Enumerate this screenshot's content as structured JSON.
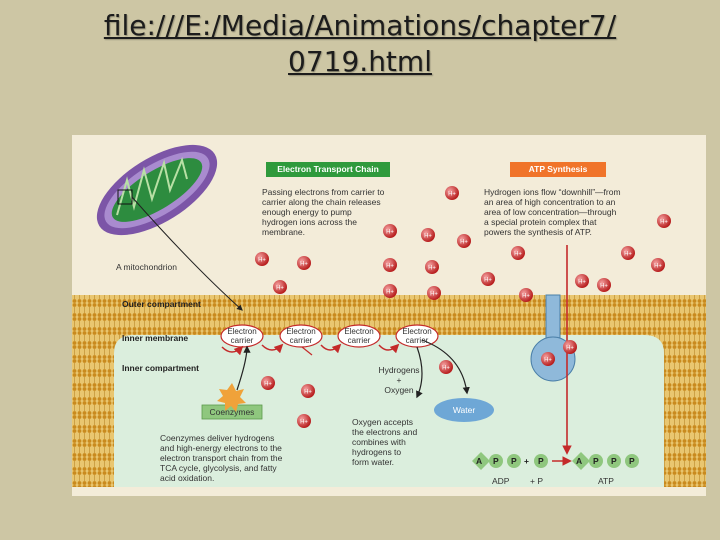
{
  "page": {
    "title_line1": "file:///E:/Media/Animations/chapter7/",
    "title_line2": "0719.html"
  },
  "diagram": {
    "etc_title": "Electron Transport Chain",
    "etc_text": [
      "Passing electrons from carrier to",
      "carrier along the chain releases",
      "enough energy to pump",
      "hydrogen ions across the",
      "membrane."
    ],
    "atp_title": "ATP Synthesis",
    "atp_text": [
      "Hydrogen ions flow “downhill”—from",
      "an area of high concentration to an",
      "area of low concentration—through",
      "a special protein complex that",
      "powers the synthesis of ATP."
    ],
    "mito_label": "A mitochondrion",
    "outer_compartment": "Outer compartment",
    "inner_membrane": "Inner membrane",
    "inner_compartment": "Inner compartment",
    "carrier_line1": "Electron",
    "carrier_line2": "carrier",
    "hydrogens": "Hydrogens",
    "plus": "+",
    "oxygen": "Oxygen",
    "water": "Water",
    "coenzymes": "Coenzymes",
    "coenzyme_text": [
      "Coenzymes deliver hydrogens",
      "and high-energy electrons to the",
      "electron transport chain from the",
      "TCA cycle, glycolysis, and fatty",
      "acid oxidation."
    ],
    "oxygen_text": [
      "Oxygen accepts",
      "the electrons and",
      "combines with",
      "hydrogens to",
      "form water."
    ],
    "adp_label": "ADP",
    "plus_p_label": "+ P",
    "atp_label": "ATP",
    "ion_label": "H+",
    "a": "A",
    "p": "P",
    "plus_sign": "+"
  },
  "colors": {
    "etc_box": "#2f9a3c",
    "atp_box": "#f0742a",
    "hydrogen_ion": "#c42a2a",
    "membrane": "#d99a2e",
    "inner_compartment": "#dbeedd",
    "mitochondrion": "#7c55a7",
    "water": "#6ea7d6",
    "phosphate": "#8fc77e",
    "atp_synthase": "#8fb9da"
  }
}
